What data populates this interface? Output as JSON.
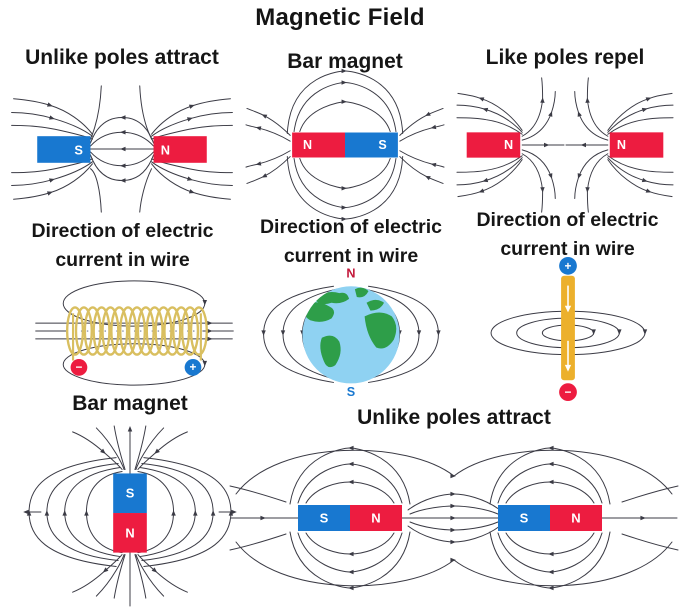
{
  "title": "Magnetic Field",
  "colors": {
    "north_pole_red": "#ED1C40",
    "south_pole_blue": "#1878D0",
    "field_line": "#3B3B45",
    "coil_gold": "#D9BF60",
    "wire_gold": "#ECB02C",
    "earth_ocean": "#8FD2F2",
    "earth_land": "#2E9E49",
    "earth_north_red": "#C3193B",
    "earth_south_blue": "#1878D0"
  },
  "panels": {
    "attract_top": {
      "heading": "Unlike poles attract",
      "left_pole": "S",
      "right_pole": "N"
    },
    "bar_magnet_top": {
      "heading": "Bar magnet",
      "left_pole": "N",
      "right_pole": "S"
    },
    "repel": {
      "heading": "Like poles repel",
      "left_pole": "N",
      "right_pole": "N"
    },
    "solenoid": {
      "heading_line1": "Direction of electric",
      "heading_line2": "current in wire",
      "negative_terminal": "−",
      "positive_terminal": "+"
    },
    "earth": {
      "heading_line1": "Direction of electric",
      "heading_line2": "current in wire",
      "north_label": "N",
      "south_label": "S"
    },
    "straight_wire": {
      "heading_line1": "Direction of electric",
      "heading_line2": "current in wire",
      "positive_terminal": "+",
      "negative_terminal": "−"
    },
    "bar_magnet_vertical": {
      "heading": "Bar magnet",
      "top_pole": "S",
      "bottom_pole": "N"
    },
    "attract_bottom": {
      "heading": "Unlike poles attract",
      "left_magnet": {
        "left_pole": "S",
        "right_pole": "N"
      },
      "right_magnet": {
        "left_pole": "S",
        "right_pole": "N"
      }
    }
  }
}
